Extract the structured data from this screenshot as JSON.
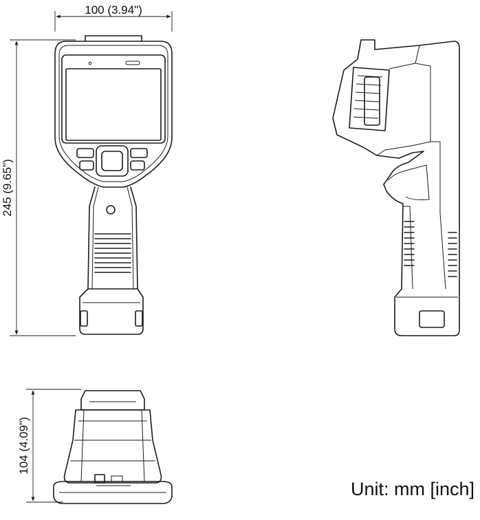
{
  "dimensions": {
    "width_label": "100 (3.94\")",
    "height_label": "245 (9.65\")",
    "depth_label": "104 (4.09\")"
  },
  "unit_label": "Unit: mm [inch]"
}
